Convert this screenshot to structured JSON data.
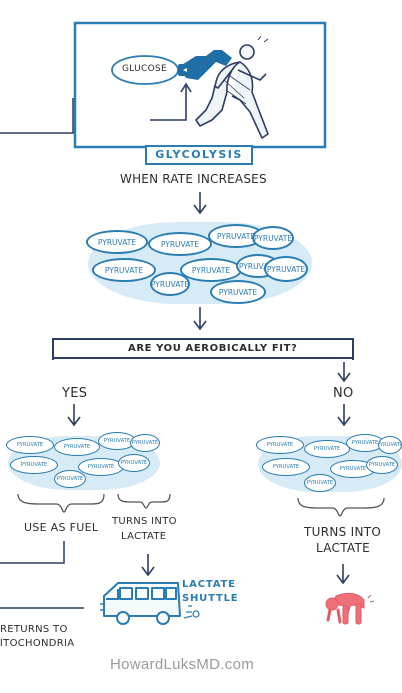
{
  "top_panel": {
    "glucose_label": "GLUCOSE",
    "glycolysis_label": "GLYCOLYSIS"
  },
  "when_rate_increases": "WHEN RATE INCREASES",
  "pyruvate_word": "PYRUVATE",
  "question": "ARE YOU AEROBICALLY FIT?",
  "yes_label": "YES",
  "no_label": "NO",
  "use_as_fuel": "USE AS FUEL",
  "turns_into_lactate_line1": "TURNS INTO",
  "turns_into_lactate_line2": "LACTATE",
  "no_turns_line1": "TURNS INTO",
  "no_turns_line2": "LACTATE",
  "lactate_shuttle_line1": "LACTATE",
  "lactate_shuttle_line2": "SHUTTLE",
  "returns_line1": "RETURNS TO",
  "returns_line2": "MITOCHONDRIA",
  "watermark": "HowardLuksMD.com",
  "colors": {
    "accent_blue": "#2a7db3",
    "light_blue_fill": "#d6ebf6",
    "ink": "#2d2d2d",
    "pink": "#f0707a",
    "watermark_gray": "#9a9a9a"
  },
  "icons": [
    "fuel-nozzle-icon",
    "runner-icon",
    "down-arrow-icon",
    "van-icon",
    "exhausted-person-icon"
  ]
}
